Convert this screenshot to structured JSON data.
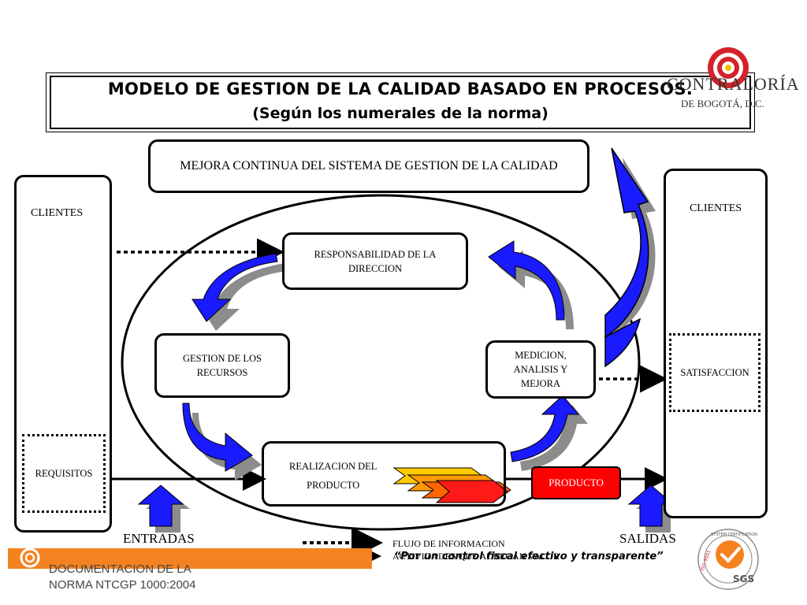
{
  "title": {
    "line1": "MODELO DE GESTION DE LA CALIDAD BASADO EN PROCESOS.",
    "line2": "(Según los numerales de la norma)"
  },
  "logo": {
    "name": "CONTRALORÍA",
    "sub": "DE BOGOTÁ, D.C."
  },
  "diagram": {
    "mejora": "MEJORA CONTINUA DEL SISTEMA DE GESTION DE LA CALIDAD",
    "clientes_left": "CLIENTES",
    "clientes_right": "CLIENTES",
    "requisitos": "REQUISITOS",
    "satisfaccion": "SATISFACCION",
    "responsabilidad": "RESPONSABILIDAD DE LA DIRECCION",
    "gestion_recursos": "GESTION DE LOS RECURSOS",
    "medicion": "MEDICION, ANALISIS Y MEJORA",
    "realizacion_1": "REALIZACION DEL",
    "realizacion_2": "PRODUCTO",
    "producto": "PRODUCTO",
    "entradas": "ENTRADAS",
    "salidas": "SALIDAS",
    "legend_dotted": "FLUJO DE INFORMACION",
    "legend_solid": "ACTIVIDADES QUE AGREGAN VALOR"
  },
  "footer": {
    "slogan": "“Por un control fiscal efectivo y transparente”",
    "doc_line1": "DOCUMENTACION DE LA",
    "doc_line2": "NORMA NTCGP 1000:2004"
  },
  "certification": {
    "seal_text": "SYSTEM CERTIFICATION",
    "iso": "ISO 9001",
    "brand": "SGS"
  },
  "colors": {
    "arrow_blue": "#1a1aff",
    "arrow_shadow": "#8c8c8c",
    "producto_red": "#ff0000",
    "footer_orange": "#f58220",
    "logo_red": "#d2232a"
  }
}
